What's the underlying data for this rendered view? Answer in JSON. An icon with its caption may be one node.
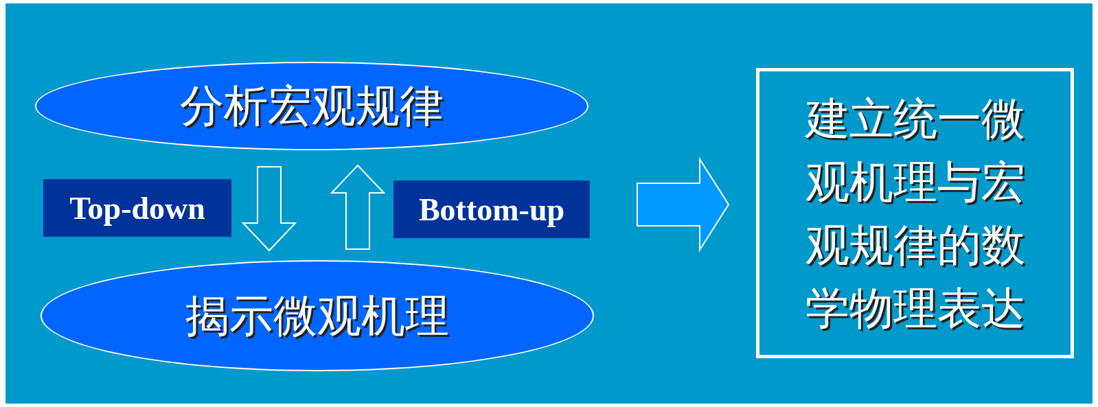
{
  "diagram": {
    "nodes": [
      {
        "text": [
          "分析宏观规律"
        ]
      },
      {
        "text": [
          "Top-down"
        ]
      },
      {
        "text": [
          "Bottom-up"
        ]
      },
      {
        "text": [
          "揭示微观机理"
        ]
      },
      {
        "text": [
          "建立统一微观机理与宏观规律的数学物理表达"
        ]
      }
    ],
    "edges": [
      {
        "from": 0,
        "to": 3,
        "arrow": "to"
      },
      {
        "from": 3,
        "to": 0,
        "arrow": "to"
      },
      {
        "from": null,
        "to": 4,
        "arrow": "to",
        "color": "#0099ff"
      }
    ]
  }
}
